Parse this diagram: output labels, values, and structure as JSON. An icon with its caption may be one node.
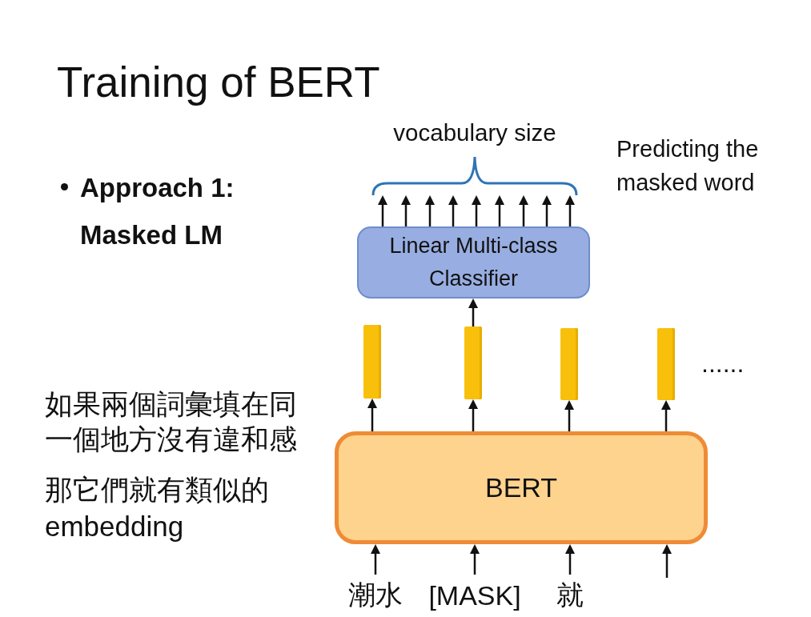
{
  "diagram": {
    "title": "Training of BERT",
    "nodes": [
      {
        "text": [
          "vocabulary size"
        ]
      },
      {
        "text": [
          "Linear Multi-class Classifier"
        ]
      },
      {
        "text": [],
        "shape": "bar"
      },
      {
        "text": [],
        "shape": "bar"
      },
      {
        "text": [],
        "shape": "bar"
      },
      {
        "text": [],
        "shape": "bar"
      },
      {
        "text": [
          "BERT"
        ]
      },
      {
        "text": [
          "潮水"
        ]
      },
      {
        "text": [
          "[MASK]"
        ]
      },
      {
        "text": [
          "就"
        ]
      }
    ],
    "edges": [
      {
        "from": 1,
        "to": 0,
        "arrow": "to"
      },
      {
        "from": 1,
        "to": 0,
        "arrow": "to"
      },
      {
        "from": 1,
        "to": 0,
        "arrow": "to"
      },
      {
        "from": 1,
        "to": 0,
        "arrow": "to"
      },
      {
        "from": 1,
        "to": 0,
        "arrow": "to"
      },
      {
        "from": 1,
        "to": 0,
        "arrow": "to"
      },
      {
        "from": 1,
        "to": 0,
        "arrow": "to"
      },
      {
        "from": 1,
        "to": 0,
        "arrow": "to"
      },
      {
        "from": 1,
        "to": 0,
        "arrow": "to"
      },
      {
        "from": 3,
        "to": 1,
        "arrow": "to"
      },
      {
        "from": 6,
        "to": 2,
        "arrow": "to"
      },
      {
        "from": 6,
        "to": 3,
        "arrow": "to"
      },
      {
        "from": 6,
        "to": 4,
        "arrow": "to"
      },
      {
        "from": 6,
        "to": 5,
        "arrow": "to"
      },
      {
        "from": 7,
        "to": 6,
        "arrow": "to"
      },
      {
        "from": 8,
        "to": 6,
        "arrow": "to"
      },
      {
        "from": 9,
        "to": 6,
        "arrow": "to"
      },
      {
        "from": null,
        "to": 6,
        "arrow": "to"
      }
    ],
    "labels": [
      "Predicting the masked word",
      "Approach 1: Masked LM",
      "......",
      "如果兩個詞彙填在同一個地方沒有違和感",
      "那它們就有類似的 embedding"
    ]
  }
}
